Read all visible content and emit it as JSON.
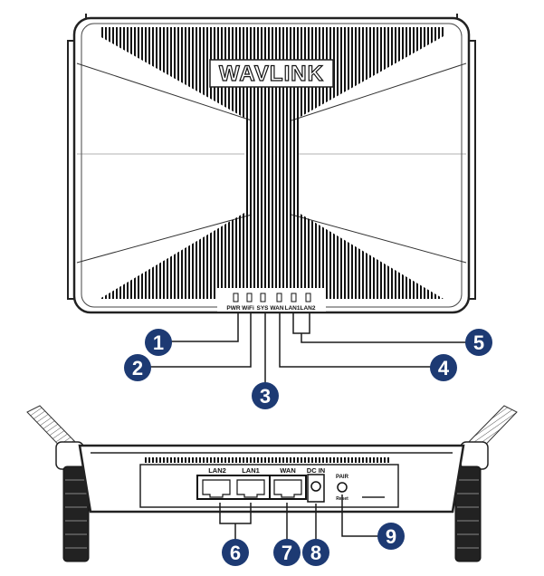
{
  "brand": "WAVLINK",
  "top_led_labels": [
    "PWR",
    "WiFi",
    "SYS",
    "WAN",
    "LAN1",
    "LAN2"
  ],
  "back_port_labels": {
    "lan2": "LAN2",
    "lan1": "LAN1",
    "wan": "WAN",
    "dc_in": "DC IN",
    "pair": "PAIR",
    "reset": "Reset"
  },
  "callouts": [
    "1",
    "2",
    "3",
    "4",
    "5",
    "6",
    "7",
    "8",
    "9"
  ],
  "colors": {
    "callout_fill": "#1d3a73",
    "line": "#1a1a1a"
  }
}
